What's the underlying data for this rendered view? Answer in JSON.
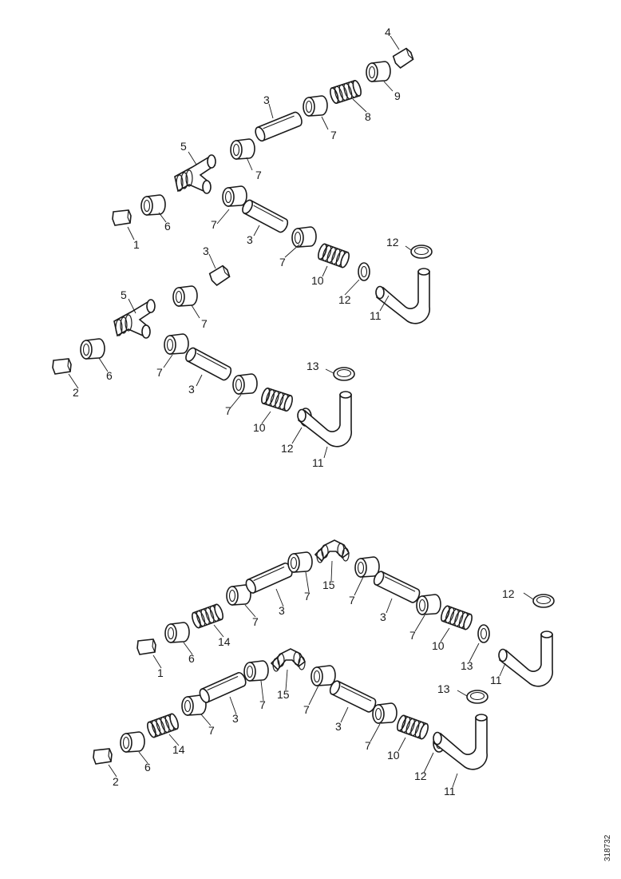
{
  "figure_number": "318732",
  "callouts": {
    "a1": "1",
    "a6": "6",
    "a5": "5",
    "a7a": "7",
    "a3": "3",
    "a7b": "7",
    "a8": "8",
    "a9": "9",
    "a4": "4",
    "a7c": "7",
    "a3b": "3",
    "a7d": "7",
    "a10": "10",
    "a12": "12",
    "a11": "11",
    "a12t": "12",
    "b2": "2",
    "b6": "6",
    "b5": "5",
    "b7a": "7",
    "b3": "3",
    "b7b": "7",
    "b3b": "3",
    "b7c": "7",
    "b10": "10",
    "b12": "12",
    "b11": "11",
    "b13t": "13",
    "c1": "1",
    "c6": "6",
    "c14": "14",
    "c7a": "7",
    "c3a": "3",
    "c7b": "7",
    "c15": "15",
    "c7c": "7",
    "c3b": "3",
    "c7d": "7",
    "c10": "10",
    "c13": "13",
    "c11": "11",
    "c12t": "12",
    "d2": "2",
    "d6": "6",
    "d14": "14",
    "d7a": "7",
    "d3a": "3",
    "d7b": "7",
    "d15": "15",
    "d7c": "7",
    "d3b": "3",
    "d7d": "7",
    "d10": "10",
    "d12": "12",
    "d11": "11",
    "d13t": "13"
  }
}
